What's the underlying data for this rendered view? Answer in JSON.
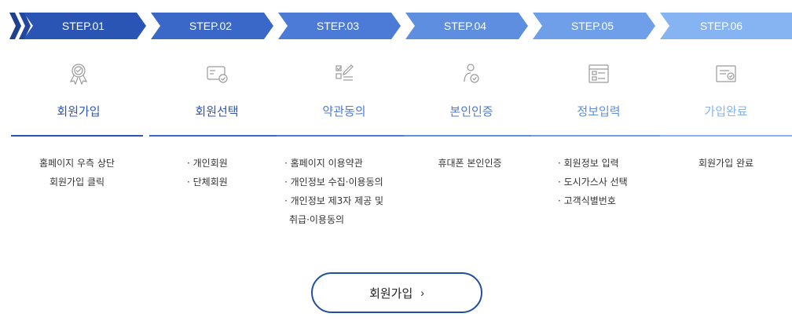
{
  "steps": [
    {
      "badge": "STEP.01",
      "title": "회원가입",
      "icon": "award-badge-icon",
      "color": "#2b55b4",
      "desc": [
        "홈페이지 우측 상단",
        "회원가입 클릭"
      ],
      "list": false
    },
    {
      "badge": "STEP.02",
      "title": "회원선택",
      "icon": "member-card-check-icon",
      "color": "#3a68c8",
      "desc": [
        "· 개인회원",
        "· 단체회원"
      ],
      "list": true
    },
    {
      "badge": "STEP.03",
      "title": "약관동의",
      "icon": "document-sign-icon",
      "color": "#4b7bd6",
      "desc": [
        "· 홈페이지 이용약관",
        "· 개인정보 수집·이용동의",
        "· 개인정보 제3자 제공 및",
        "취급·이용동의"
      ],
      "list": true
    },
    {
      "badge": "STEP.04",
      "title": "본인인증",
      "icon": "user-verify-icon",
      "color": "#5d8ee0",
      "desc": [
        "휴대폰 본인인증"
      ],
      "list": false
    },
    {
      "badge": "STEP.05",
      "title": "정보입력",
      "icon": "info-form-icon",
      "color": "#6f9fe8",
      "desc": [
        "· 회원정보 입력",
        "· 도시가스사 선택",
        "· 고객식별번호"
      ],
      "list": true
    },
    {
      "badge": "STEP.06",
      "title": "가입완료",
      "icon": "certificate-check-icon",
      "color": "#86b3f2",
      "desc": [
        "회원가입 완료"
      ],
      "list": false
    }
  ],
  "accent": "#1f4f9e",
  "cta": {
    "label": "회원가입",
    "chevron": "›"
  }
}
